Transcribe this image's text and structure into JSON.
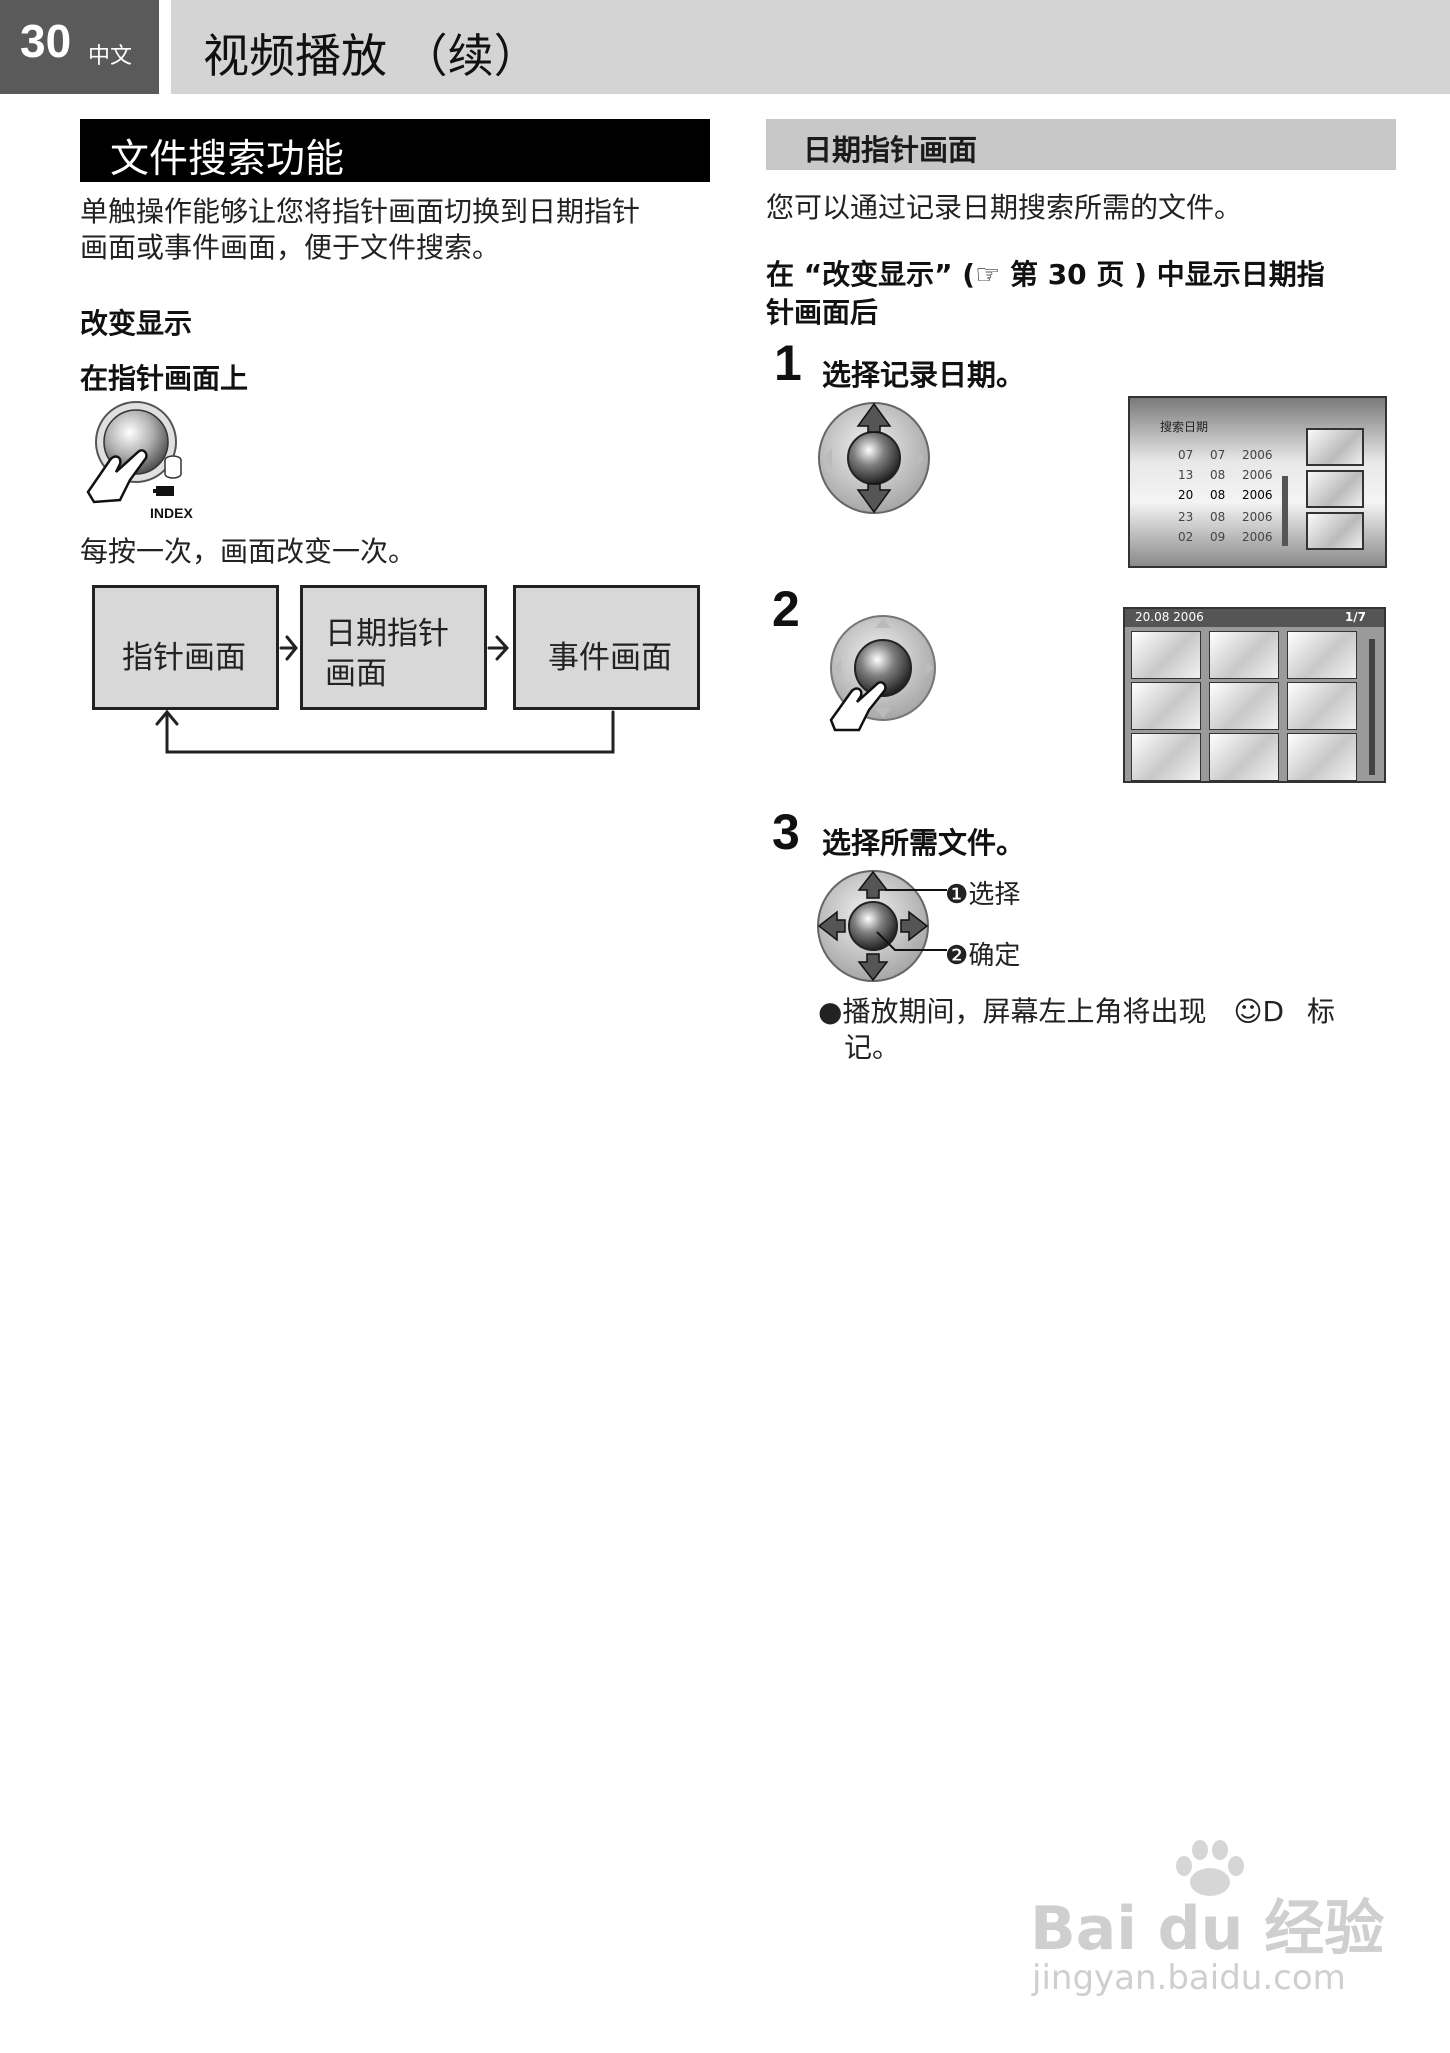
{
  "header": {
    "page_number": "30",
    "language": "中文",
    "title": "视频播放 （续）"
  },
  "left": {
    "section_title": "文件搜索功能",
    "intro_line1": "单触操作能够让您将指针画面切换到日期指针",
    "intro_line2": "画面或事件画面，便于文件搜索。",
    "subhead1": "改变显示",
    "subhead2": "在指针画面上",
    "button_label": "INDEX",
    "press_text": "每按一次，画面改变一次。",
    "flow": {
      "box1": "指针画面",
      "box2_line1": "日期指针",
      "box2_line2": "画面",
      "box3": "事件画面"
    }
  },
  "right": {
    "section_title": "日期指针画面",
    "intro": "您可以通过记录日期搜索所需的文件。",
    "cond_line1": "在 “改变显示” (☞ 第  30  页 ) 中显示日期指",
    "cond_line2": "针画面后",
    "step1": {
      "num": "1",
      "text": "选择记录日期。"
    },
    "step2": {
      "num": "2"
    },
    "step3": {
      "num": "3",
      "text": "选择所需文件。",
      "label1_marker": "❶",
      "label1": "选择",
      "label2_marker": "❷",
      "label2": "确定"
    },
    "bullet_marker": "●",
    "bullet_line1": "播放期间，屏幕左上角将出现",
    "bullet_icon": "☺D",
    "bullet_tail": "标",
    "bullet_line2": "记。"
  },
  "screen1": {
    "title": "搜索日期",
    "rows": [
      {
        "d": "07",
        "m": "07",
        "y": "2006"
      },
      {
        "d": "13",
        "m": "08",
        "y": "2006"
      },
      {
        "d": "20",
        "m": "08",
        "y": "2006"
      },
      {
        "d": "23",
        "m": "08",
        "y": "2006"
      },
      {
        "d": "02",
        "m": "09",
        "y": "2006"
      }
    ]
  },
  "screen2": {
    "date": "20.08 2006",
    "page": "1/7"
  },
  "watermark": {
    "brand": "Bai du 经验",
    "url": "jingyan.baidu.com"
  },
  "colors": {
    "header_dark": "#5a5a5a",
    "header_light": "#d4d4d4",
    "section_black": "#000000",
    "section_grey": "#c8c8c8"
  }
}
